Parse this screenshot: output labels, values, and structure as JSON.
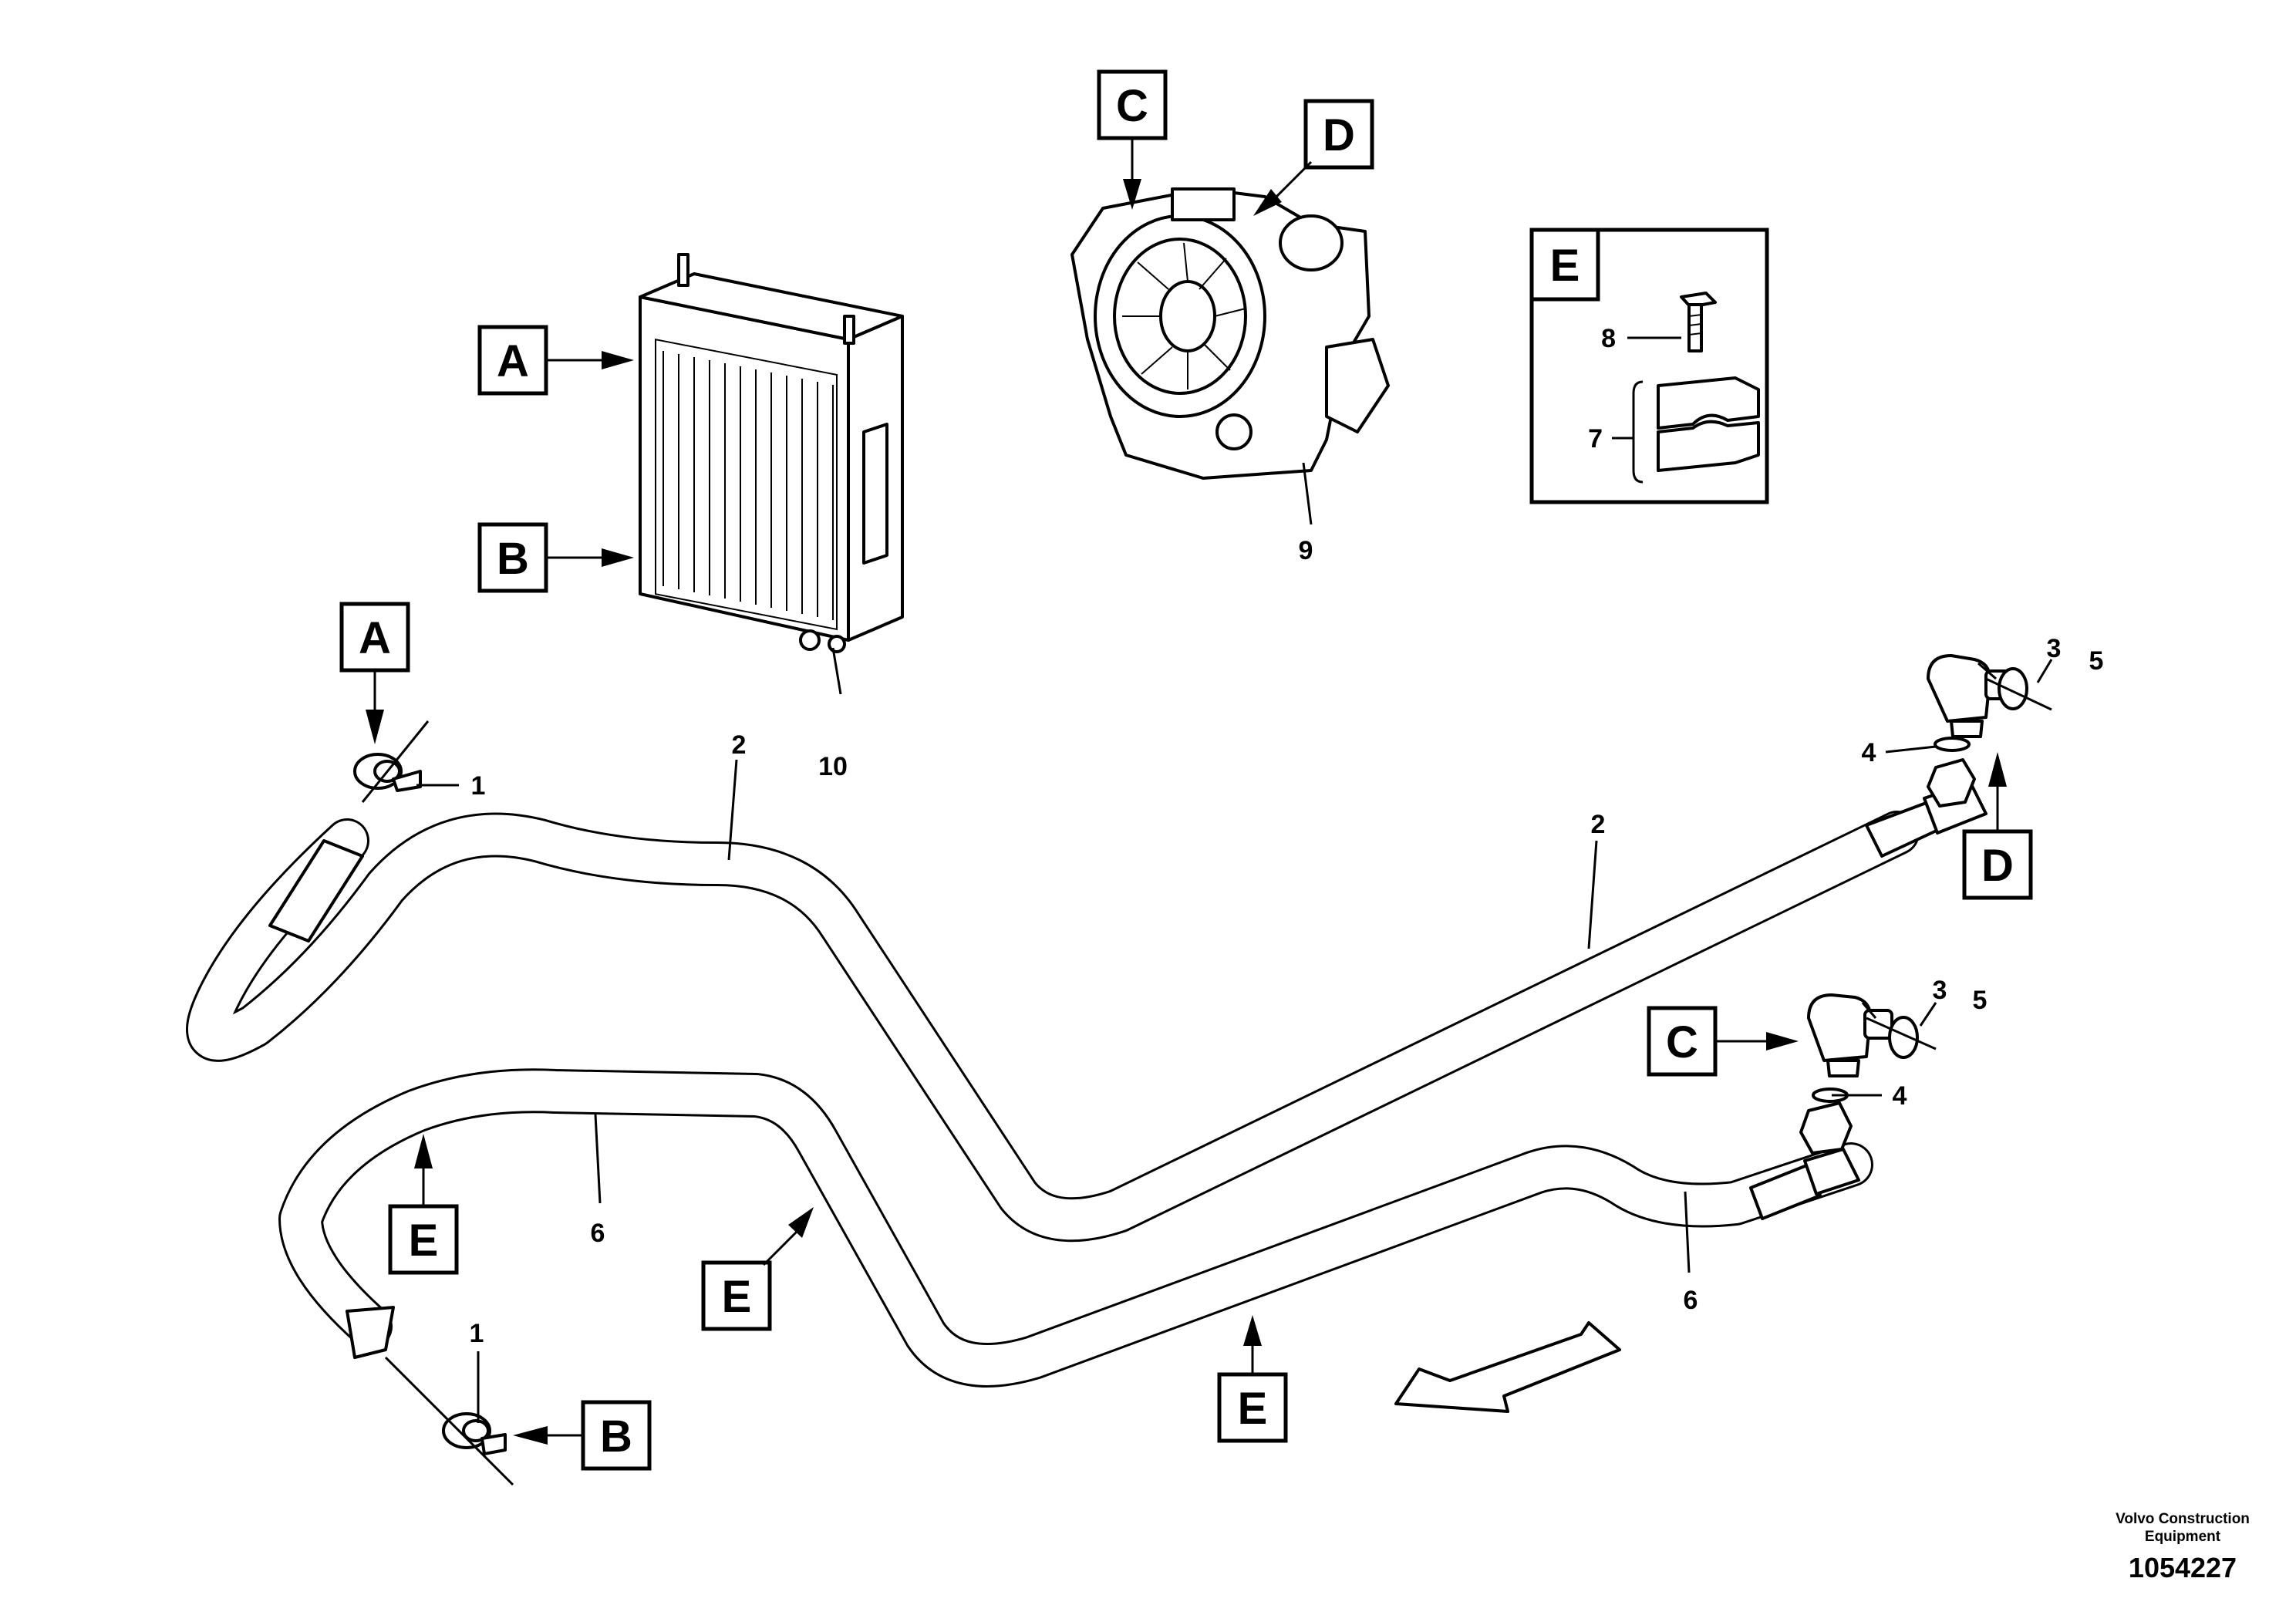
{
  "callouts": {
    "a_radiator": "A",
    "b_radiator": "B",
    "a_hose": "A",
    "b_hose": "B",
    "c_engine": "C",
    "d_engine": "D",
    "c_fitting": "C",
    "d_fitting": "D",
    "e_detail": "E",
    "e_hose_left": "E",
    "e_hose_mid": "E",
    "e_hose_bottom": "E"
  },
  "part_numbers": {
    "clamp_top": "1",
    "clamp_bottom": "1",
    "hose_upper_left": "2",
    "hose_upper_right": "2",
    "elbow_upper": "3",
    "elbow_lower": "3",
    "seal_upper": "4",
    "seal_lower": "4",
    "cap_upper": "5",
    "cap_lower": "5",
    "hose_lower_left": "6",
    "hose_lower_right": "6",
    "clamp_block": "7",
    "screw": "8",
    "transmission": "9",
    "radiator": "10"
  },
  "footer": {
    "maker_line1": "Volvo Construction",
    "maker_line2": "Equipment",
    "drawing_number": "1054227"
  }
}
